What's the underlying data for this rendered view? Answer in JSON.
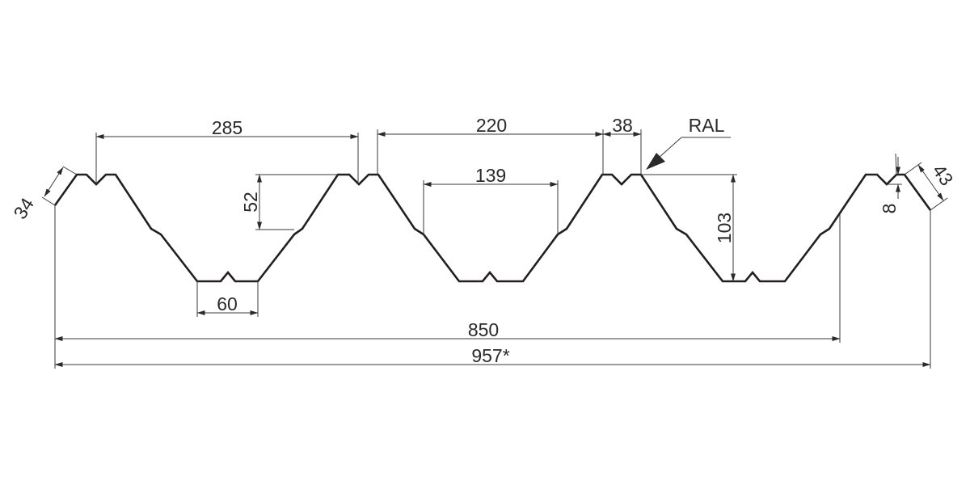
{
  "drawing": {
    "dimensions": {
      "top_pitch": "285",
      "top_flat": "220",
      "rib_width": "38",
      "finish_label": "RAL",
      "bottom_flat": "139",
      "stiffener_height": "52",
      "profile_height": "103",
      "bottom_rib": "60",
      "edge_left": "34",
      "edge_right_height": "8",
      "edge_right_width": "43",
      "working_width": "850",
      "total_width": "957*"
    }
  }
}
